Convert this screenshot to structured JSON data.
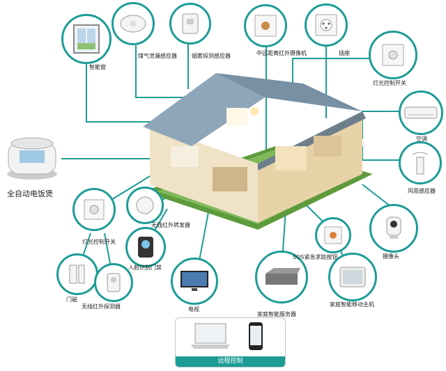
{
  "colors": {
    "accent": "#1c9c95",
    "line": "#1c9c95"
  },
  "devices": {
    "smart_window": "智能窗",
    "gas_sensor": "煤气泄漏感应器",
    "smoke_sensor": "烟雾探测感应器",
    "ir_camera": "中远距离红外摄像机",
    "socket": "插座",
    "light_switch_top": "灯光控制开关",
    "air_conditioner": "空调",
    "wind_rain_sensor": "风雨感应器",
    "rice_cooker": "全自动电饭煲",
    "ir_transmitter": "无线红外转发器",
    "light_switch_left": "灯光控制开关",
    "face_door": "人脸识别门禁",
    "door_magnet": "门磁",
    "ir_detector": "无线红外探测器",
    "tv": "电视",
    "home_server": "家庭智能服务器",
    "sos_button": "SOS紧急求助按钮",
    "mobile_host": "家庭智能移动主机",
    "camera": "摄像头",
    "remote_control": "远程控制"
  }
}
